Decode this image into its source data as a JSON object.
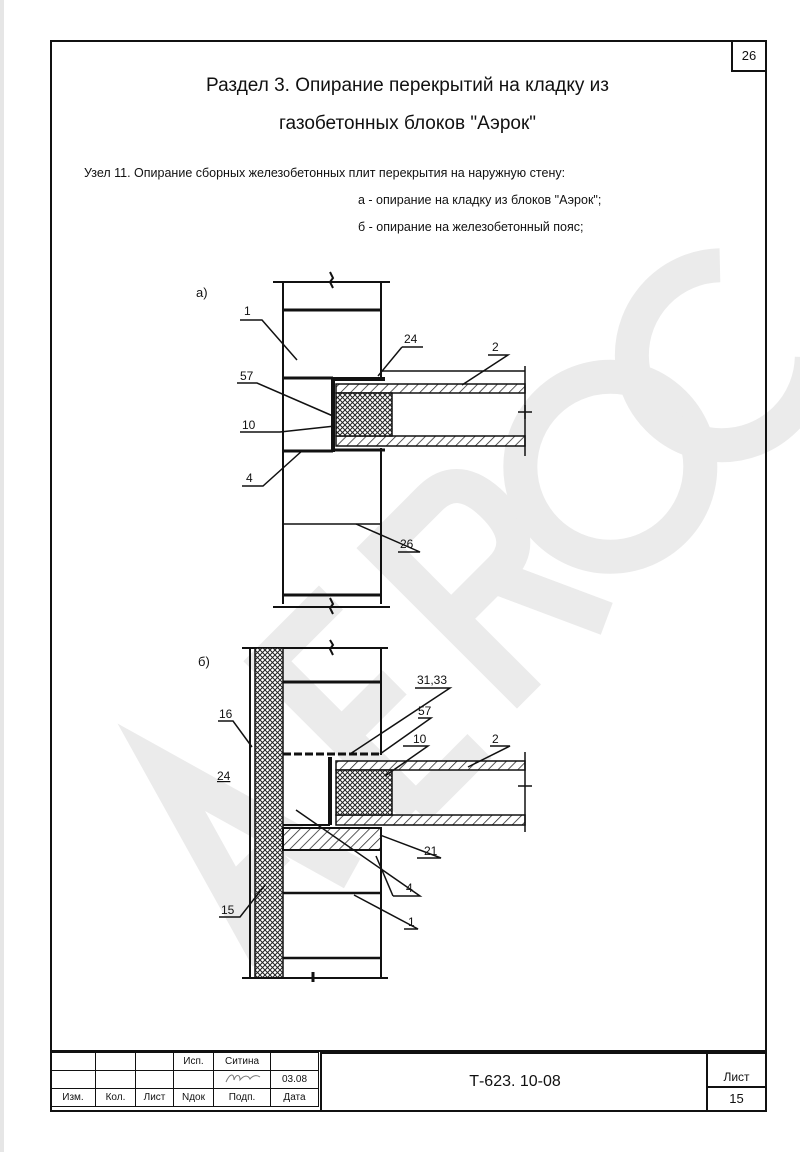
{
  "page_number": "26",
  "title_line1": "Раздел 3. Опирание перекрытий на кладку из",
  "title_line2": "газобетонных блоков \"Аэрок\"",
  "node_title": "Узел 11. Опирание сборных железобетонных плит перекрытия на наружную стену:",
  "variant_a_text": "а - опирание на кладку из блоков \"Аэрок\";",
  "variant_b_text": "б -  опирание на железобетонный пояс;",
  "watermark": "AEROC",
  "drawing_a": {
    "label": "а)",
    "callouts": [
      "1",
      "24",
      "2",
      "57",
      "10",
      "4",
      "26"
    ]
  },
  "drawing_b": {
    "label": "б)",
    "callouts": [
      "31,33",
      "57",
      "10",
      "2",
      "16",
      "24",
      "21",
      "4",
      "15",
      "1"
    ]
  },
  "title_block": {
    "isp": "Исп.",
    "name": "Ситина",
    "date": "03.08",
    "headers": [
      "Изм.",
      "Кол.",
      "Лист",
      "Nдок",
      "Подп.",
      "Дата"
    ],
    "code": "Т-623. 10-08",
    "sheet_label": "Лист",
    "sheet_number": "15"
  }
}
